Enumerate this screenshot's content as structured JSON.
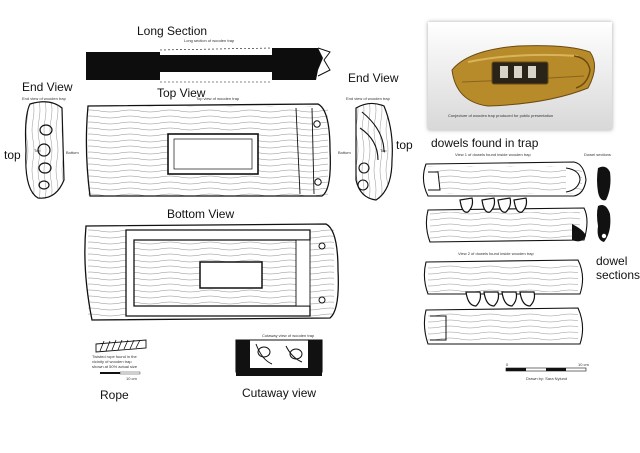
{
  "headings": {
    "long_section": "Long Section",
    "end_view_left": "End View",
    "end_view_right": "End View",
    "top_view": "Top View",
    "bottom_view": "Bottom View",
    "dowels_found": "dowels found in trap",
    "dowel_sections": "dowel\nsections",
    "rope": "Rope",
    "cutaway": "Cutaway view",
    "top_left": "top",
    "top_right": "top"
  },
  "captions": {
    "long_section": "Long section of wooden trap",
    "end_view_left": "End view of wooden trap",
    "end_view_right": "End view of wooden trap",
    "top_view": "Top view of wooden trap",
    "cutaway": "Cutaway view of wooden trap",
    "dowels_view1": "View 1 of dowels found inside wooden trap",
    "dowels_view2": "View 2 of dowels found inside wooden trap",
    "dowel_sections": "Dowel sections",
    "photo": "Conjecture of wooden trap produced for public presentation",
    "rope": "Twisted rope found in the\nvicinity of wooden trap\nshown at 50% actual size",
    "drawn_by": "Drawn by: Sara Nylund"
  },
  "side_labels": {
    "left_top": "Top",
    "left_bottom": "Bottom",
    "right_bottom": "Bottom",
    "right_top": "Top"
  },
  "scale_bars": {
    "main": {
      "start": "0",
      "end": "10 cm"
    },
    "rope": {
      "end": "10 cm"
    }
  },
  "colors": {
    "ink": "#111111",
    "wood_photo": "#b78a2a",
    "wood_photo_light": "#d9b45a"
  }
}
